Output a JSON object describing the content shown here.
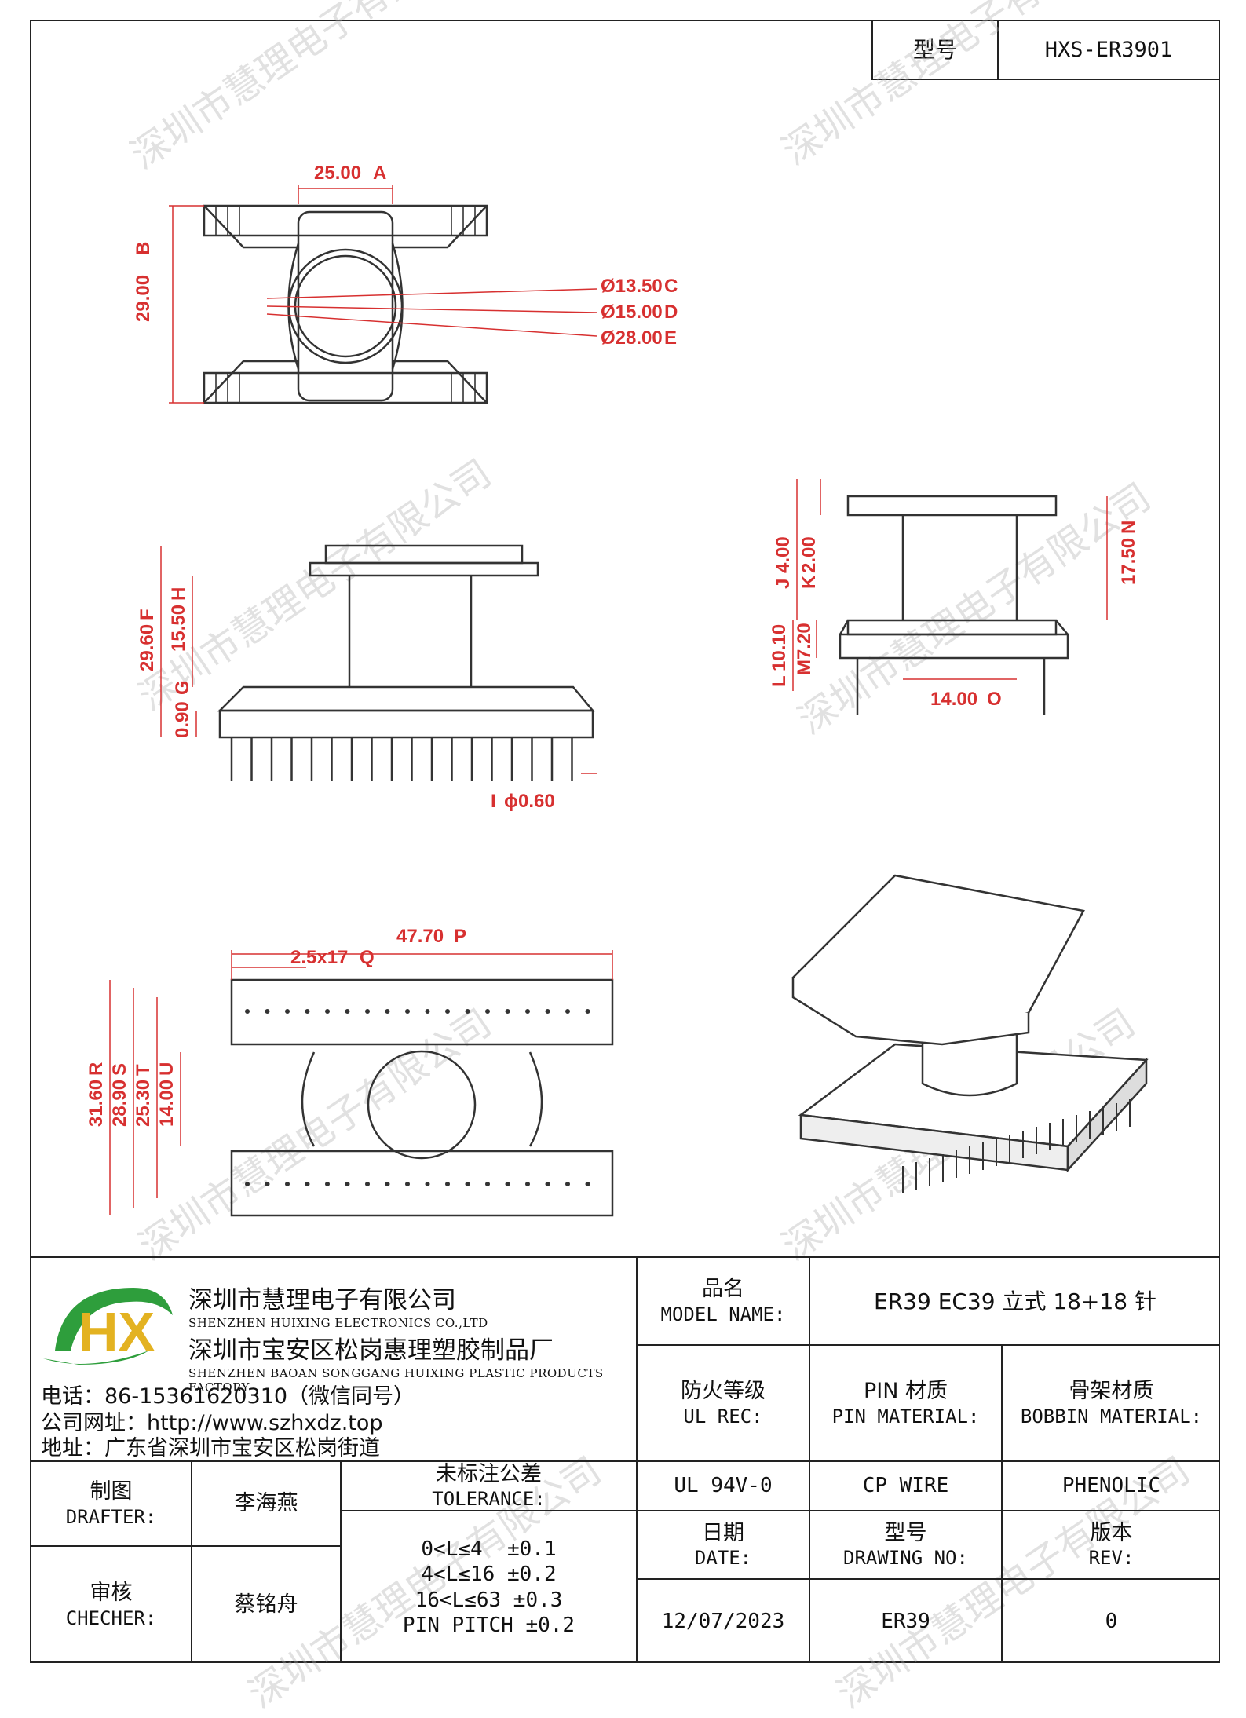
{
  "header": {
    "model_label": "型号",
    "model_value": "HXS-ER3901"
  },
  "dimensions": {
    "top_view": {
      "width": "25.00",
      "width_tag": "A",
      "height": "29.00",
      "height_tag": "B",
      "d1": "Ø13.50",
      "d1_tag": "C",
      "d2": "Ø15.00",
      "d2_tag": "D",
      "d3": "Ø28.00",
      "d3_tag": "E"
    },
    "front_view": {
      "total": "29.60",
      "total_tag": "F",
      "gap": "0.90",
      "gap_tag": "G",
      "core": "15.50",
      "core_tag": "H",
      "pin": "ϕ0.60",
      "pin_tag": "I"
    },
    "side_view": {
      "top1": "4.00",
      "top1_tag": "J",
      "top2": "2.00",
      "top2_tag": "K",
      "bottom1": "10.10",
      "bottom1_tag": "L",
      "bottom2": "7.20",
      "bottom2_tag": "M",
      "right": "17.50",
      "right_tag": "N",
      "span": "14.00",
      "span_tag": "O"
    },
    "bottom_view": {
      "length": "47.70",
      "length_tag": "P",
      "pitch": "2.5x17",
      "pitch_tag": "Q",
      "h1": "31.60",
      "h1_tag": "R",
      "h2": "28.90",
      "h2_tag": "S",
      "h3": "25.30",
      "h3_tag": "T",
      "h4": "14.00",
      "h4_tag": "U"
    }
  },
  "watermark": "深圳市慧理电子有限公司",
  "company": {
    "logo_text": "HX",
    "name_zh": "深圳市慧理电子有限公司",
    "name_en": "SHENZHEN HUIXING ELECTRONICS CO.,LTD",
    "factory_zh": "深圳市宝安区松岗惠理塑胶制品厂",
    "factory_en": "SHENZHEN BAOAN SONGGANG HUIXING PLASTIC PRODUCTS FACTORY",
    "phone": "电话：86-15361620310（微信同号）",
    "website": "公司网址：http://www.szhxdz.top",
    "address": "地址：广东省深圳市宝安区松岗街道"
  },
  "table": {
    "model_name_zh": "品名",
    "model_name_en": "MODEL NAME:",
    "model_name_value": "ER39 EC39 立式 18+18 针",
    "ul_zh": "防火等级",
    "ul_en": "UL REC:",
    "pin_zh": "PIN 材质",
    "pin_en": "PIN MATERIAL:",
    "bobbin_zh": "骨架材质",
    "bobbin_en": "BOBBIN MATERIAL:",
    "ul_value": "UL 94V-0",
    "pin_value": "CP WIRE",
    "bobbin_value": "PHENOLIC",
    "drafter_zh": "制图",
    "drafter_en": "DRAFTER:",
    "drafter_name": "李海燕",
    "checker_zh": "审核",
    "checker_en": "CHECHER:",
    "checker_name": "蔡铭舟",
    "tol_zh": "未标注公差",
    "tol_en": "TOLERANCE:",
    "tol_lines": [
      "0<L≤4  ±0.1",
      "4<L≤16 ±0.2",
      "16<L≤63 ±0.3",
      "PIN PITCH ±0.2"
    ],
    "date_zh": "日期",
    "date_en": "DATE:",
    "drawing_zh": "型号",
    "drawing_en": "DRAWING NO:",
    "rev_zh": "版本",
    "rev_en": "REV:",
    "date_value": "12/07/2023",
    "drawing_value": "ER39",
    "rev_value": "0"
  }
}
